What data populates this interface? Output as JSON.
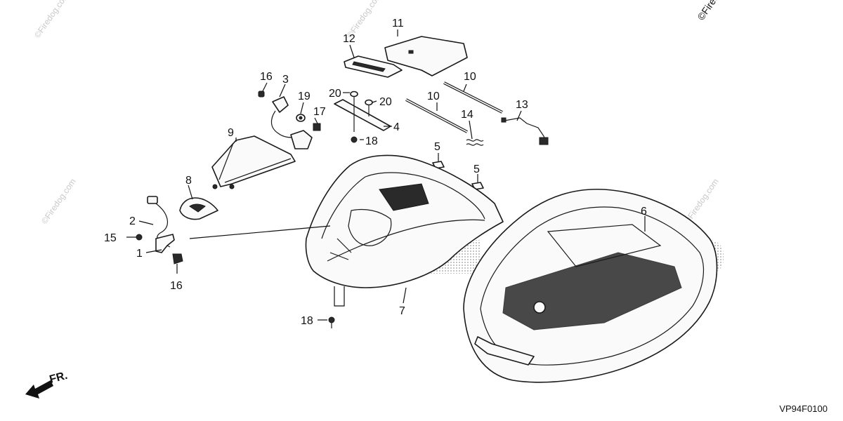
{
  "watermark": "©Firedog.com",
  "callouts": {
    "c1": "1",
    "c2": "2",
    "c3": "3",
    "c4": "4",
    "c5a": "5",
    "c5b": "5",
    "c6": "6",
    "c7": "7",
    "c8": "8",
    "c9": "9",
    "c10a": "10",
    "c10b": "10",
    "c11": "11",
    "c12": "12",
    "c13": "13",
    "c14": "14",
    "c15": "15",
    "c16a": "16",
    "c16b": "16",
    "c17": "17",
    "c18a": "18",
    "c18b": "18",
    "c19": "19",
    "c20a": "20",
    "c20b": "20"
  },
  "direction_label": "FR.",
  "diagram_code": "VP94F0100",
  "colors": {
    "line": "#1a1a1a",
    "watermark": "#c9c9c9",
    "background": "#ffffff"
  }
}
